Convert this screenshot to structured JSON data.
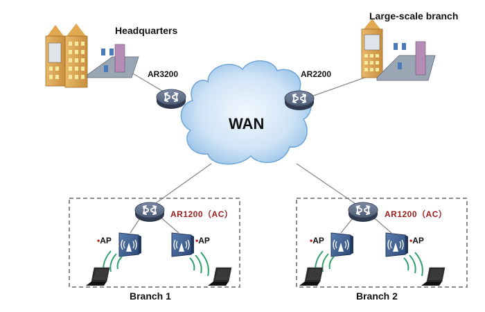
{
  "diagram": {
    "cloud": {
      "label": "WAN",
      "color": "#b9d7f2"
    },
    "sites": {
      "headquarters": {
        "label": "Headquarters",
        "router": "AR3200"
      },
      "large_branch": {
        "label": "Large-scale branch",
        "router": "AR2200"
      }
    },
    "branches": [
      {
        "label": "Branch 1",
        "controller": "AR1200（AC）",
        "aps": [
          {
            "label": "AP",
            "bullet": "•"
          },
          {
            "label": "AP",
            "bullet": "•"
          }
        ]
      },
      {
        "label": "Branch 2",
        "controller": "AR1200（AC）",
        "aps": [
          {
            "label": "AP",
            "bullet": "•"
          },
          {
            "label": "AP",
            "bullet": "•"
          }
        ]
      }
    ],
    "colors": {
      "router": "#4a5a73",
      "ap": "#3d5e8c",
      "wifi": "#2ea06a",
      "link": "#8a8a8a",
      "dashed_box": "#8c8c8c",
      "controller_text": "#9b1b1b"
    }
  }
}
